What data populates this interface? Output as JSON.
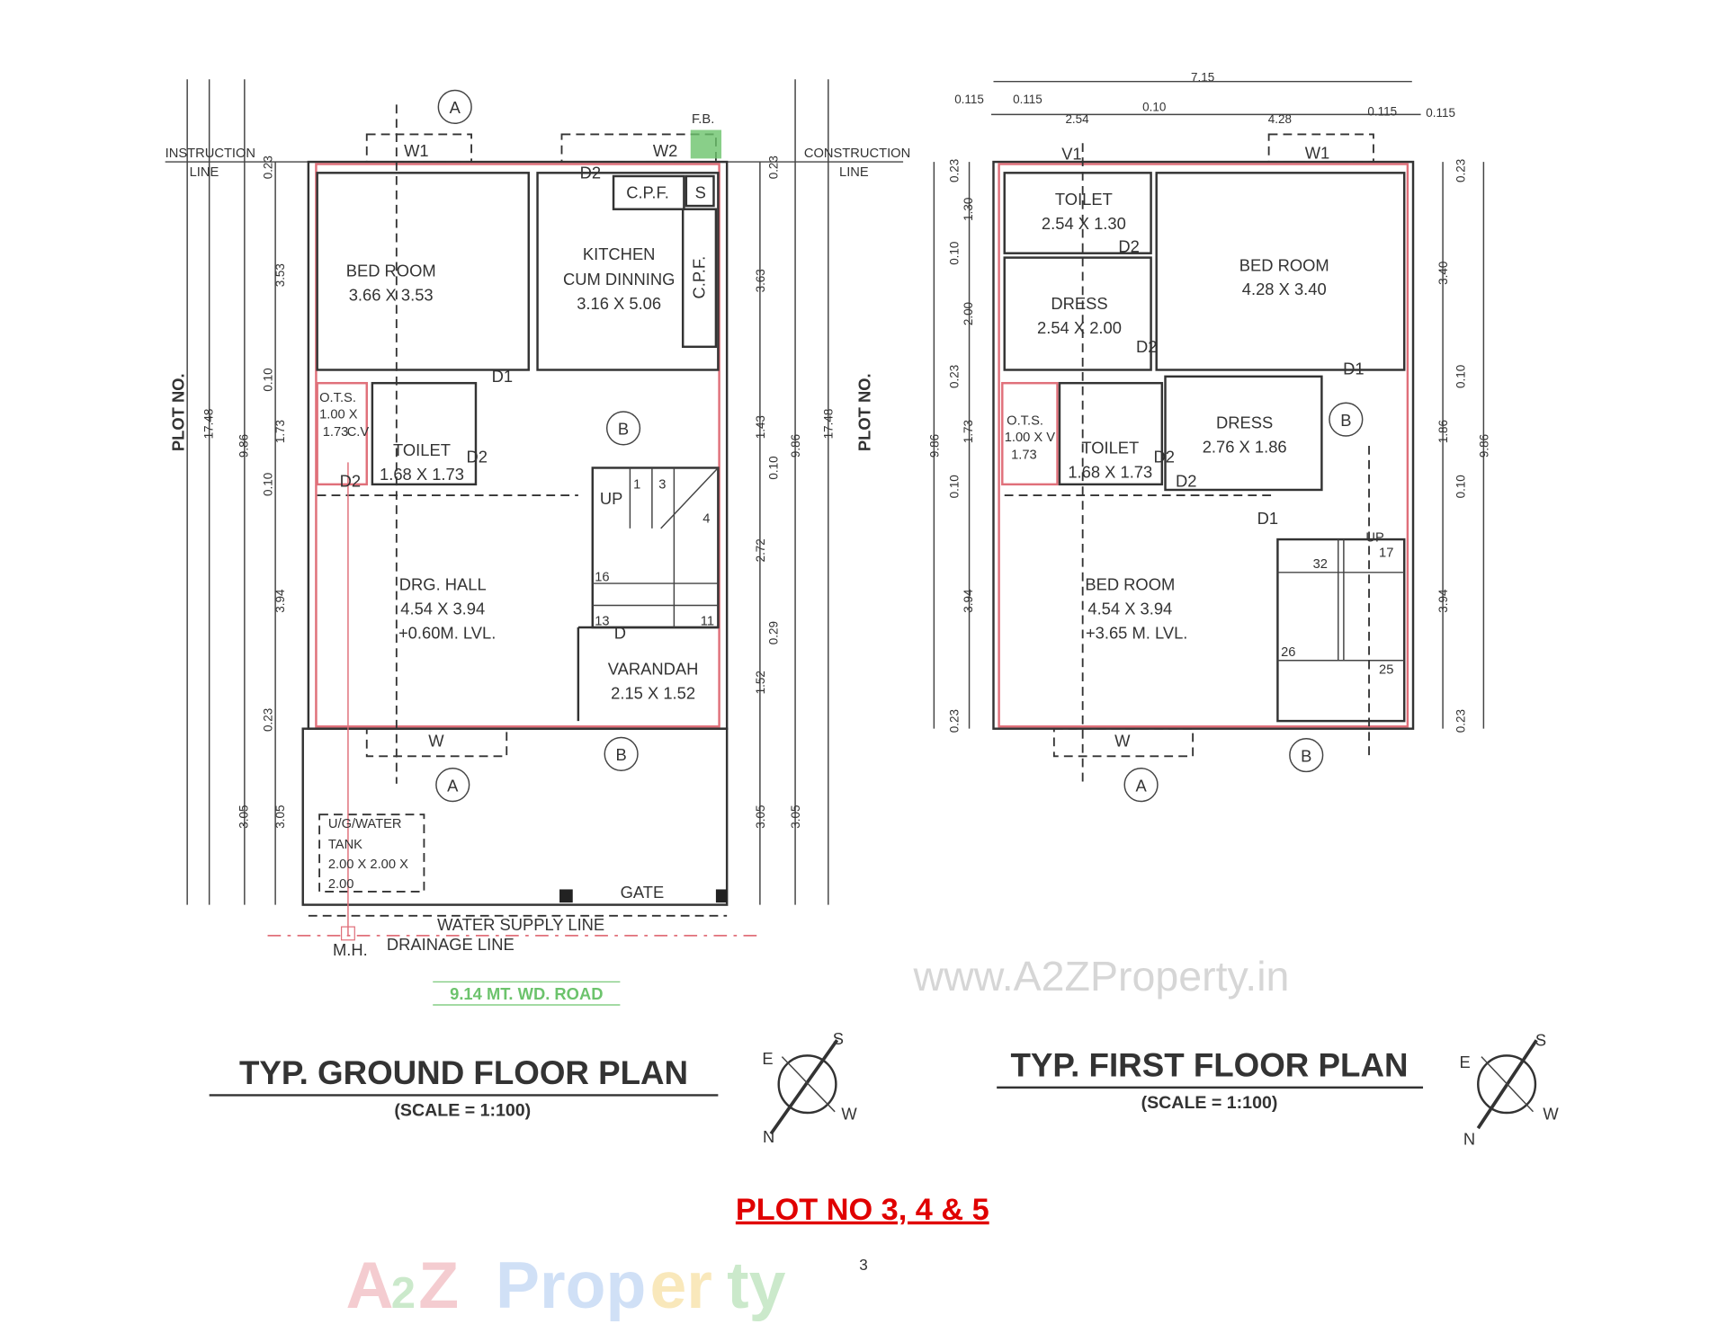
{
  "colors": {
    "wall_line": "#e0707a",
    "road_label": "#6cc36c",
    "plot_title": "#e00000",
    "fb_marker": "#6cc36c"
  },
  "ground_floor": {
    "title": "TYP. GROUND FLOOR PLAN",
    "scale": "(SCALE = 1:100)",
    "construction_line": [
      "INSTRUCTION",
      "LINE"
    ],
    "construction_line_right": [
      "CONSTRUCTION",
      "LINE"
    ],
    "plot_no": "PLOT NO.",
    "rooms": [
      {
        "name": "BED ROOM",
        "size": "3.66 X 3.53"
      },
      {
        "name": "KITCHEN",
        "name2": "CUM DINNING",
        "size": "3.16 X 5.06"
      },
      {
        "name": "TOILET",
        "size": "1.68 X 1.73"
      },
      {
        "name": "DRG. HALL",
        "size": "4.54 X 3.94",
        "level": "+0.60M. LVL."
      },
      {
        "name": "VARANDAH",
        "size": "2.15 X 1.52"
      }
    ],
    "ots": [
      "O.T.S.",
      "1.00 X",
      "1.73",
      "C.V"
    ],
    "labels": {
      "w1": "W1",
      "w2": "W2",
      "fb": "F.B.",
      "d2a": "D2",
      "cpf1": "C.P.F.",
      "s": "S",
      "cpf2": "C.P.F.",
      "d1": "D1",
      "d2b": "D2",
      "d2c": "D2",
      "up": "UP",
      "d": "D",
      "w": "W",
      "gate": "GATE",
      "water": "WATER SUPPLY LINE",
      "drain": "DRAINAGE LINE",
      "mh": "M.H.",
      "road": "9.14 MT. WD. ROAD"
    },
    "steps": [
      "1",
      "3",
      "4",
      "16",
      "13",
      "11"
    ],
    "tank": [
      "U/G/WATER",
      "TANK",
      "2.00 X 2.00 X",
      "2.00"
    ],
    "section_marks": [
      "A",
      "A",
      "B",
      "B"
    ],
    "dims_left": [
      "0.23",
      "3.53",
      "0.10",
      "1.73",
      "0.10",
      "3.94",
      "0.23",
      "3.05"
    ],
    "dims_right": [
      "0.23",
      "3.63",
      "1.43",
      "0.10",
      "2.72",
      "0.29",
      "1.52",
      "3.05"
    ],
    "dim_total": "9.86",
    "dim_plot": "17.48",
    "dim_front": "3.05"
  },
  "first_floor": {
    "title": "TYP. FIRST FLOOR PLAN",
    "scale": "(SCALE = 1:100)",
    "plot_no": "PLOT NO.",
    "top_dims": [
      "0.115",
      "0.115",
      "2.54",
      "0.10",
      "4.28",
      "0.115",
      "0.115",
      "7.15"
    ],
    "rooms": [
      {
        "name": "TOILET",
        "size": "2.54 X 1.30"
      },
      {
        "name": "BED ROOM",
        "size": "4.28 X 3.40"
      },
      {
        "name": "DRESS",
        "size": "2.54 X 2.00"
      },
      {
        "name": "TOILET",
        "size": "1.68 X 1.73"
      },
      {
        "name": "DRESS",
        "size": "2.76 X 1.86"
      },
      {
        "name": "BED ROOM",
        "size": "4.54 X 3.94",
        "level": "+3.65 M. LVL."
      }
    ],
    "ots": [
      "O.T.S.",
      "1.00 X V",
      "1.73"
    ],
    "labels": {
      "v1": "V1",
      "w1": "W1",
      "d2a": "D2",
      "d2b": "D2",
      "d1a": "D1",
      "d2c": "D2",
      "d2d": "D2",
      "d1b": "D1",
      "up": "UP",
      "w": "W"
    },
    "steps": [
      "32",
      "17",
      "26",
      "25"
    ],
    "section_marks": [
      "B",
      "B",
      "A"
    ],
    "dims_left": [
      "0.23",
      "1.30",
      "0.10",
      "2.00",
      "0.23",
      "1.73",
      "0.10",
      "3.94",
      "0.23"
    ],
    "dims_right": [
      "0.23",
      "3.40",
      "0.10",
      "1.86",
      "0.10",
      "3.94",
      "0.23"
    ],
    "dim_total": "9.86"
  },
  "compass": {
    "n": "N",
    "s": "S",
    "e": "E",
    "w": "W"
  },
  "watermark_url": "www.A2ZProperty.in",
  "plot_title": "PLOT NO 3, 4 & 5",
  "page_number": "3",
  "logo_text": "A2Z Property"
}
